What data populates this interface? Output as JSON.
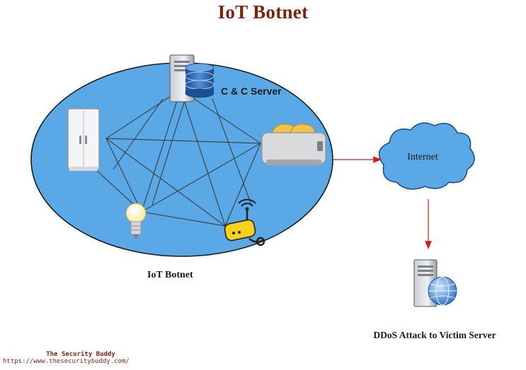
{
  "title": "IoT Botnet",
  "labels": {
    "cc_server": "C & C Server",
    "internet": "Internet",
    "botnet": "IoT Botnet",
    "victim": "DDoS Attack to Victim Server"
  },
  "credit": {
    "name": "The Security Buddy",
    "url": "https://www.thesecuritybuddy.com/"
  },
  "colors": {
    "title": "#7a2410",
    "ellipse_fill": "#5aa9e6",
    "cloud_fill": "#5aa9e6",
    "arrow": "#cc1f1f",
    "link_lines": "#333333"
  },
  "icons": [
    "server-icon",
    "refrigerator-icon",
    "toaster-icon",
    "lightbulb-icon",
    "webcam-icon",
    "globe-server-icon",
    "cloud-icon"
  ]
}
